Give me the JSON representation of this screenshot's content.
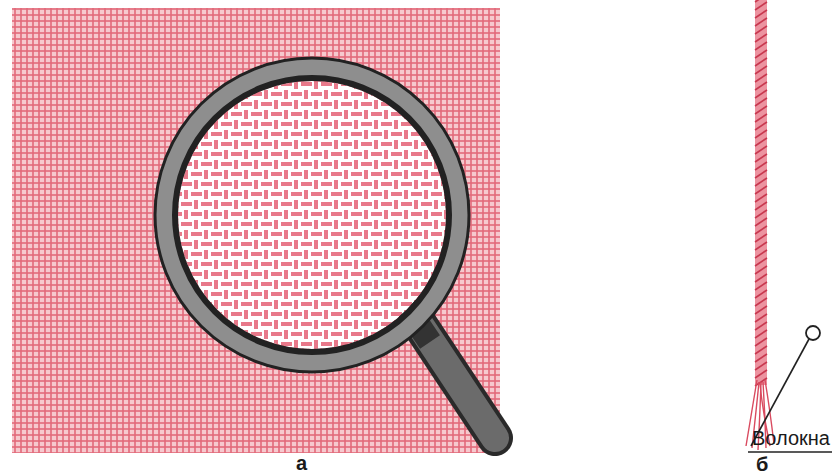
{
  "diagram": {
    "labels": [
      "Волокна",
      "а",
      "б"
    ]
  }
}
